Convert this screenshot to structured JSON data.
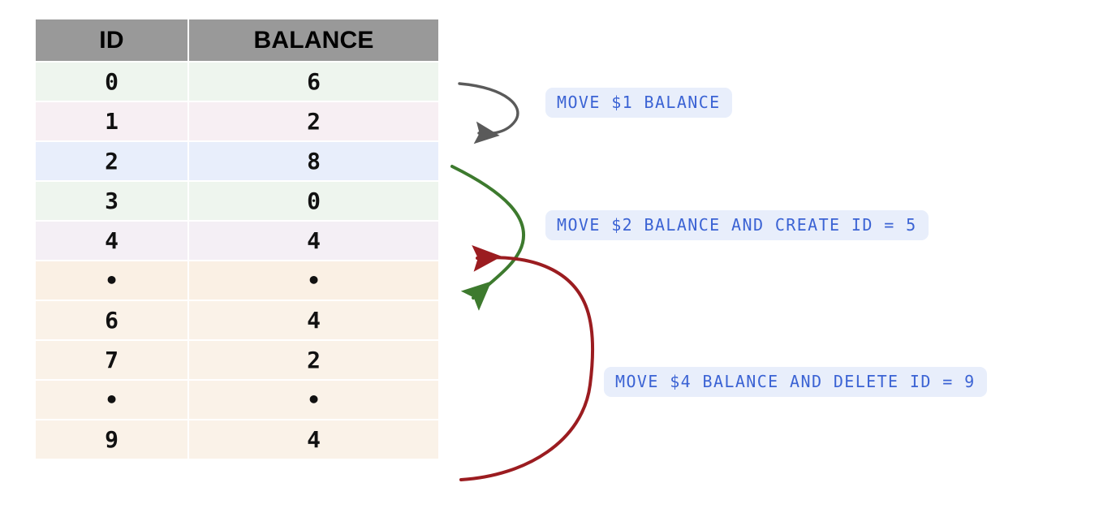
{
  "table": {
    "columns": [
      "ID",
      "BALANCE"
    ],
    "rows": [
      {
        "id": "0",
        "balance": "6",
        "tint": "#eef5ee"
      },
      {
        "id": "1",
        "balance": "2",
        "tint": "#f7eff3"
      },
      {
        "id": "2",
        "balance": "8",
        "tint": "#e8eefb"
      },
      {
        "id": "3",
        "balance": "0",
        "tint": "#eef5ee"
      },
      {
        "id": "4",
        "balance": "4",
        "tint": "#f4eff5"
      },
      {
        "id": "•",
        "balance": "•",
        "tint": "#faf0e4"
      },
      {
        "id": "6",
        "balance": "4",
        "tint": "#faf2e8"
      },
      {
        "id": "7",
        "balance": "2",
        "tint": "#faf2e8"
      },
      {
        "id": "•",
        "balance": "•",
        "tint": "#faf2e8"
      },
      {
        "id": "9",
        "balance": "4",
        "tint": "#faf2e8"
      }
    ]
  },
  "annotations": [
    {
      "name": "move-1-balance",
      "text": "MOVE $1 BALANCE",
      "color": "#3b63d4"
    },
    {
      "name": "move-2-balance-create",
      "text": "MOVE $2 BALANCE AND CREATE ID = 5",
      "color": "#3b63d4"
    },
    {
      "name": "move-4-balance-delete",
      "text": "MOVE $4 BALANCE AND DELETE ID = 9",
      "color": "#3b63d4"
    }
  ],
  "arrows": [
    {
      "name": "arrow-move-1",
      "color": "#5a5a5a",
      "from_row": "0",
      "to_row": "1"
    },
    {
      "name": "arrow-move-2",
      "color": "#3d7a2e",
      "from_row": "2",
      "to_row": "5"
    },
    {
      "name": "arrow-move-4",
      "color": "#9b1c20",
      "from_row": "9",
      "to_row": "4"
    }
  ],
  "colors": {
    "header_bg": "#999999",
    "pill_bg": "#e8eefb",
    "pill_text": "#3b63d4",
    "gray_arrow": "#5a5a5a",
    "green_arrow": "#3d7a2e",
    "red_arrow": "#9b1c20",
    "page_bg": "#ffffff"
  }
}
